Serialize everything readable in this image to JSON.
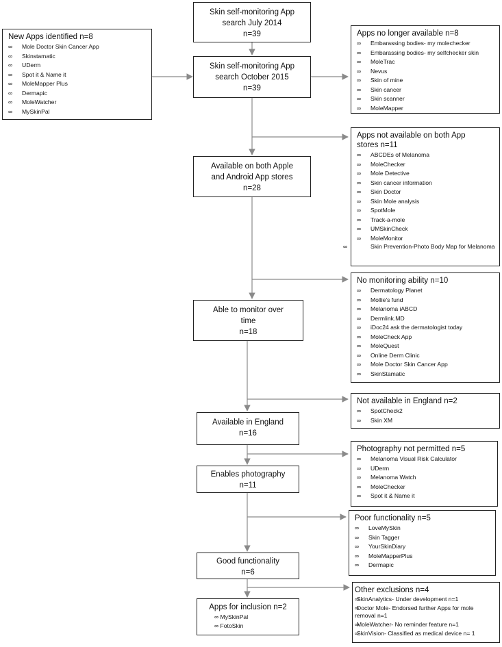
{
  "main_boxes": {
    "search2014": [
      "Skin self-monitoring App",
      "search July 2014",
      "n=39"
    ],
    "search2015": [
      "Skin self-monitoring App",
      "search October 2015",
      "n=39"
    ],
    "both_stores": [
      "Available on both Apple",
      "and Android App stores",
      "n=28"
    ],
    "monitor": [
      "Able to monitor over",
      "time",
      "n=18"
    ],
    "england": [
      "Available in England",
      "n=16"
    ],
    "photography": [
      "Enables photography",
      "n=11"
    ],
    "functionality": [
      "Good functionality",
      "n=6"
    ]
  },
  "inclusion": {
    "title": "Apps for inclusion n=2",
    "bullet": "∞",
    "items": [
      "MySkinPal",
      "FotoSkin"
    ]
  },
  "side_boxes": {
    "new_apps": {
      "title": "New Apps identified n=8",
      "items": [
        "Mole Doctor Skin Cancer App",
        "Skinstamatic",
        "UDerm",
        "Spot it & Name it",
        "MoleMapper Plus",
        "Dermapic",
        "MoleWatcher",
        "MySkinPal"
      ]
    },
    "no_longer": {
      "title": "Apps no longer available n=8",
      "items": [
        "Embarassing bodies- my molechecker",
        "Embarassing bodies- my selfchecker skin",
        "MoleTrac",
        "Nevus",
        "Skin of mine",
        "Skin cancer",
        "Skin scanner",
        "MoleMapper"
      ]
    },
    "not_both": {
      "title_line1": "Apps not available on both App",
      "title_line2": "stores n=11",
      "items": [
        "ABCDEs of Melanoma",
        "MoleChecker",
        "Mole Detective",
        "Skin cancer information",
        "Skin Doctor",
        "Skin Mole analysis",
        "SpotMole",
        "Track-a-mole",
        "UMSkinCheck",
        "MoleMonitor",
        "Skin Prevention-Photo Body Map for Melanoma"
      ]
    },
    "no_monitoring": {
      "title": "No monitoring ability n=10",
      "items": [
        "Dermatology Planet",
        "Mollie's fund",
        "Melanoma iABCD",
        "Dermlink.MD",
        "iDoc24 ask the dermatologist today",
        "MoleCheck App",
        "MoleQuest",
        "Online Derm Clinic",
        "Mole Doctor Skin Cancer App",
        "SkinStamatic"
      ]
    },
    "not_england": {
      "title": "Not available in England n=2",
      "items": [
        "SpotCheck2",
        "Skin XM"
      ]
    },
    "no_photo": {
      "title": "Photography not permitted n=5",
      "items": [
        "Melanoma Visual Risk Calculator",
        "UDerm",
        "Melanoma Watch",
        "MoleChecker",
        "Spot it & Name it"
      ]
    },
    "poor_func": {
      "title": "Poor functionality n=5",
      "items": [
        "LoveMySkin",
        "Skin Tagger",
        "YourSkinDiary",
        "MoleMapperPlus",
        "Dermapic"
      ]
    },
    "other": {
      "title": "Other exclusions n=4",
      "items": [
        "SkinAnalytics- Under development n=1",
        "Doctor Mole- Endorsed further Apps for mole removal n=1",
        "MoleWatcher- No reminder feature n=1",
        "SkinVision- Classified as medical device n= 1"
      ]
    }
  },
  "bullet_symbol": "∞",
  "colors": {
    "arrow": "#8a8a8a",
    "border": "#222222"
  }
}
